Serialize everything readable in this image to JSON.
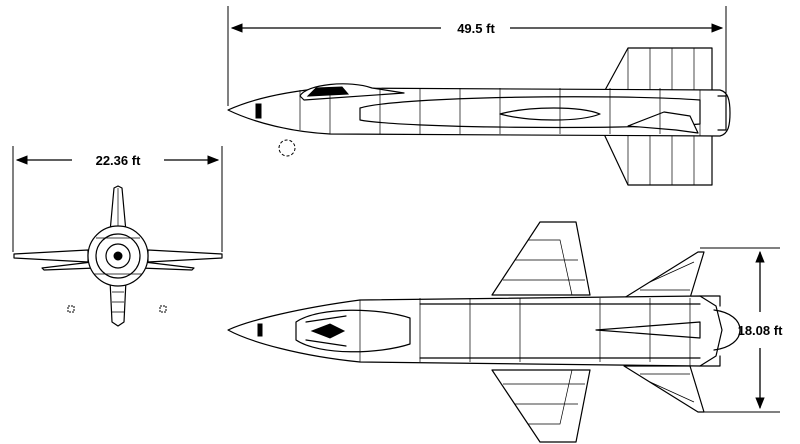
{
  "dimensions": {
    "length": "49.5 ft",
    "span": "22.36 ft",
    "height": "18.08 ft"
  }
}
